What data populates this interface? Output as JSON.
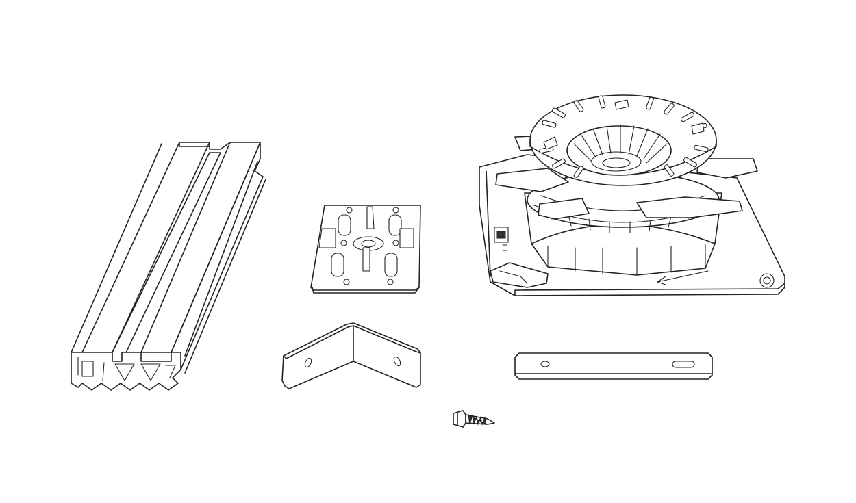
{
  "figure": {
    "background": "#ffffff",
    "line_color": "#222222",
    "parts": [
      "aluminium-rail-profile",
      "mounting-clip-plate",
      "adjustable-pedestal",
      "angle-bracket",
      "flat-connector-strip",
      "self-drilling-screw"
    ]
  }
}
